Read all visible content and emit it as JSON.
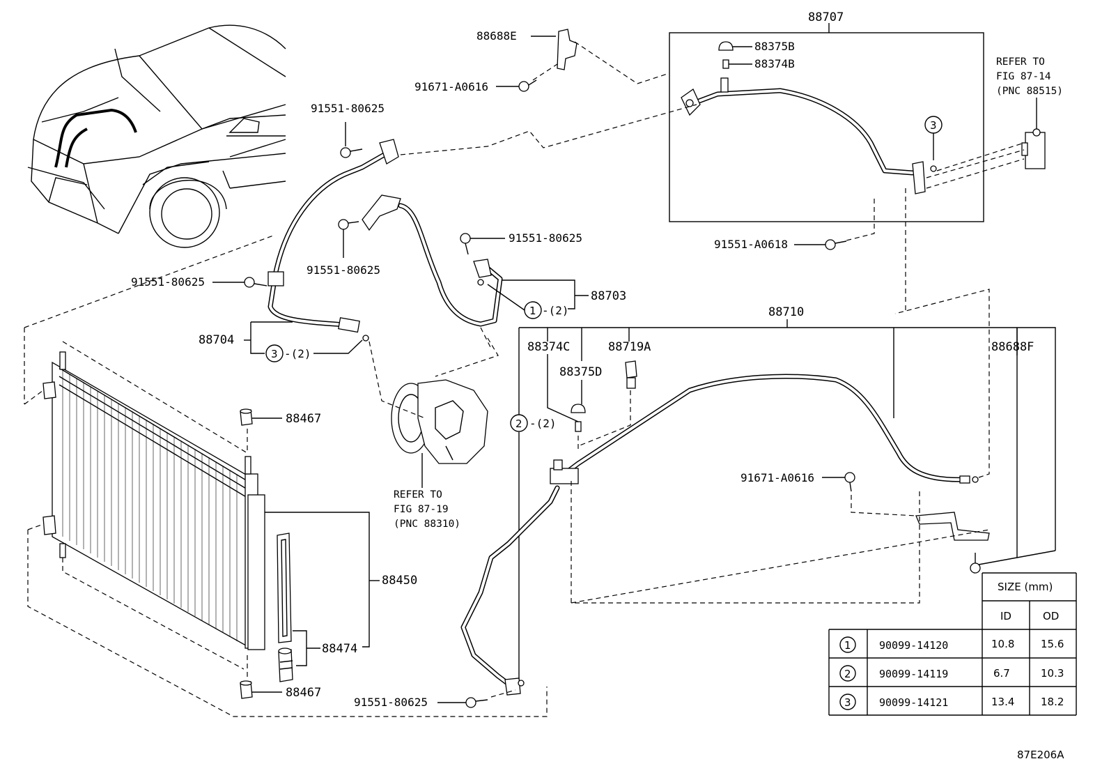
{
  "figure_code": "87E206A",
  "parts": {
    "p88707": "88707",
    "p88375B": "88375B",
    "p88374B": "88374B",
    "p88688E": "88688E",
    "p91671_top": "91671-A0616",
    "p91551_a": "91551-80625",
    "p91551_b": "91551-80625",
    "p91551_c": "91551-80625",
    "p91551_d": "91551-80625",
    "p91551_e": "91551-80625",
    "p91551_A0618": "91551-A0618",
    "p88703": "88703",
    "p88704": "88704",
    "p88710": "88710",
    "p88374C": "88374C",
    "p88375D": "88375D",
    "p88719A": "88719A",
    "p88688F": "88688F",
    "p91671_mid": "91671-A0616",
    "p88467_top": "88467",
    "p88467_bot": "88467",
    "p88450": "88450",
    "p88474": "88474"
  },
  "callouts": {
    "c1_num": "1",
    "c1_qty": "-(2)",
    "c2_num": "2",
    "c2_qty": "-(2)",
    "c3_num": "3",
    "c3_qty": "-(2)",
    "c3_single": "3"
  },
  "refs": {
    "ref1_line1": "REFER TO",
    "ref1_line2": "FIG 87-14",
    "ref1_line3": "(PNC 88515)",
    "ref2_line1": "REFER TO",
    "ref2_line2": "FIG 87-19",
    "ref2_line3": "(PNC 88310)"
  },
  "size_table": {
    "title": "SIZE (mm)",
    "col_id": "ID",
    "col_od": "OD",
    "rows": [
      {
        "num": "1",
        "part": "90099-14120",
        "id": "10.8",
        "od": "15.6"
      },
      {
        "num": "2",
        "part": "90099-14119",
        "id": "6.7",
        "od": "10.3"
      },
      {
        "num": "3",
        "part": "90099-14121",
        "id": "13.4",
        "od": "18.2"
      }
    ]
  }
}
